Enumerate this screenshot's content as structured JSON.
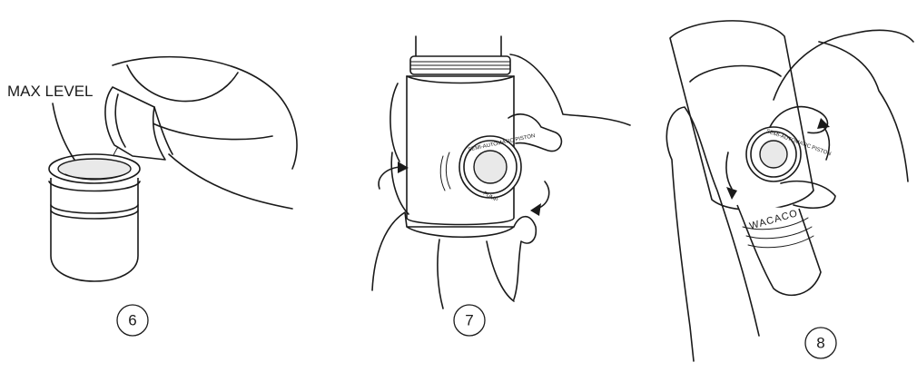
{
  "panel6": {
    "label": "MAX LEVEL",
    "step": "6"
  },
  "panel7": {
    "step": "7"
  },
  "panel8": {
    "step": "8"
  }
}
